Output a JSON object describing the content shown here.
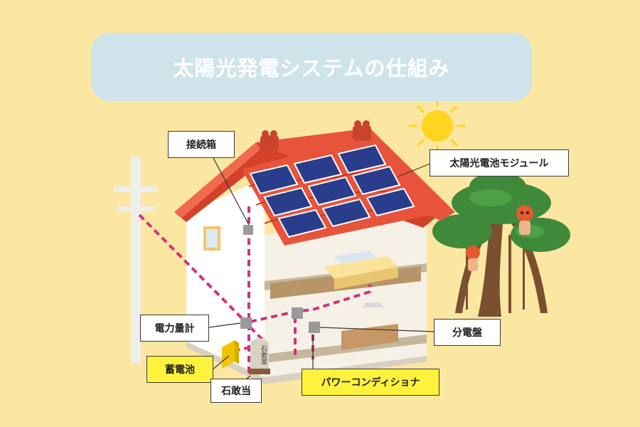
{
  "title": "太陽光発電システムの仕組み",
  "labels": {
    "junction_box": "接続箱",
    "solar_module": "太陽光電池モジュール",
    "meter": "電力量計",
    "distribution_board": "分電盤",
    "battery": "蓄電池",
    "power_conditioner": "パワーコンディショナ",
    "ishiganto": "石敢当"
  },
  "stone_inscription": "石敢當",
  "colors": {
    "background": "#fbe7a2",
    "title_pill": "#cfe4ea",
    "roof": "#e8543b",
    "panel": "#2a3d8c",
    "wiring": "#d1337a",
    "highlight_label": "#fff23c",
    "sun": "#ffd41f",
    "tree": "#3f8a3a"
  },
  "icons": [
    "sun-icon",
    "utility-pole",
    "shisa-icon",
    "house",
    "tree",
    "kijimuna-icon",
    "ishiganto-stone"
  ]
}
